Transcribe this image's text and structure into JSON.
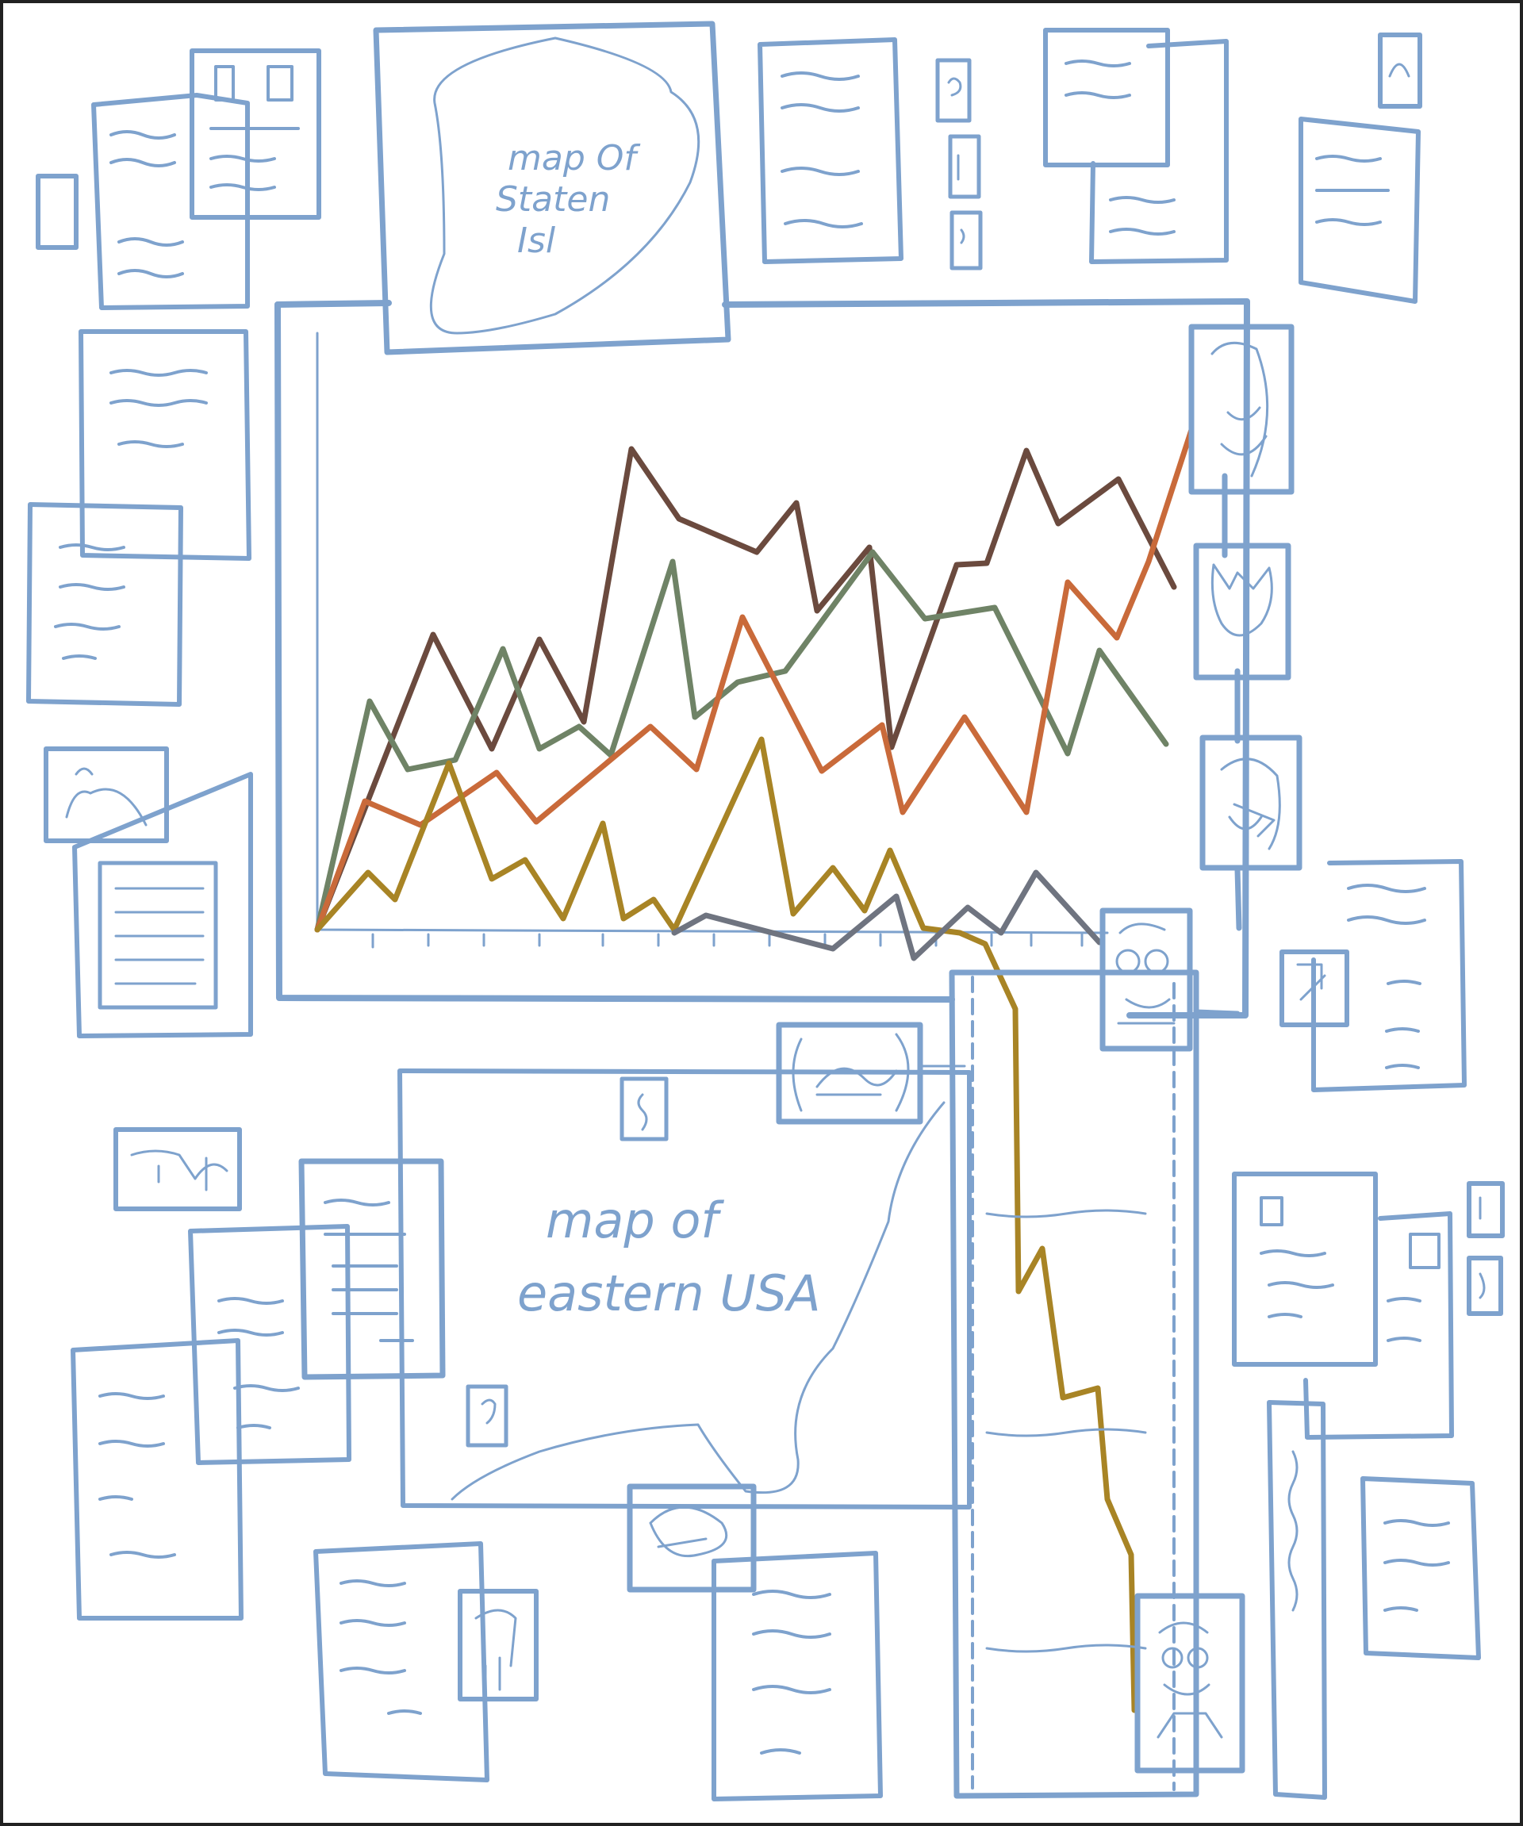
{
  "labels": {
    "staten_map": [
      "map Of",
      "Staten",
      "Isl"
    ],
    "eastern_map": [
      "map of",
      "eastern USA"
    ]
  },
  "colors": {
    "sketch": "#7ea2cd",
    "background": "#ffffff",
    "border": "#222222"
  },
  "lines": [
    {
      "color": "#6b4a3e",
      "role": "dark-brown-line"
    },
    {
      "color": "#6f8366",
      "role": "olive-green-line"
    },
    {
      "color": "#c96a3a",
      "role": "orange-line"
    },
    {
      "color": "#a88425",
      "role": "mustard-line"
    },
    {
      "color": "#6f7480",
      "role": "slate-gray-line"
    }
  ],
  "portraits": [
    "mustached-man",
    "woman-with-bow",
    "long-haired-man",
    "man-with-round-glasses",
    "smiling-man-with-glasses"
  ]
}
